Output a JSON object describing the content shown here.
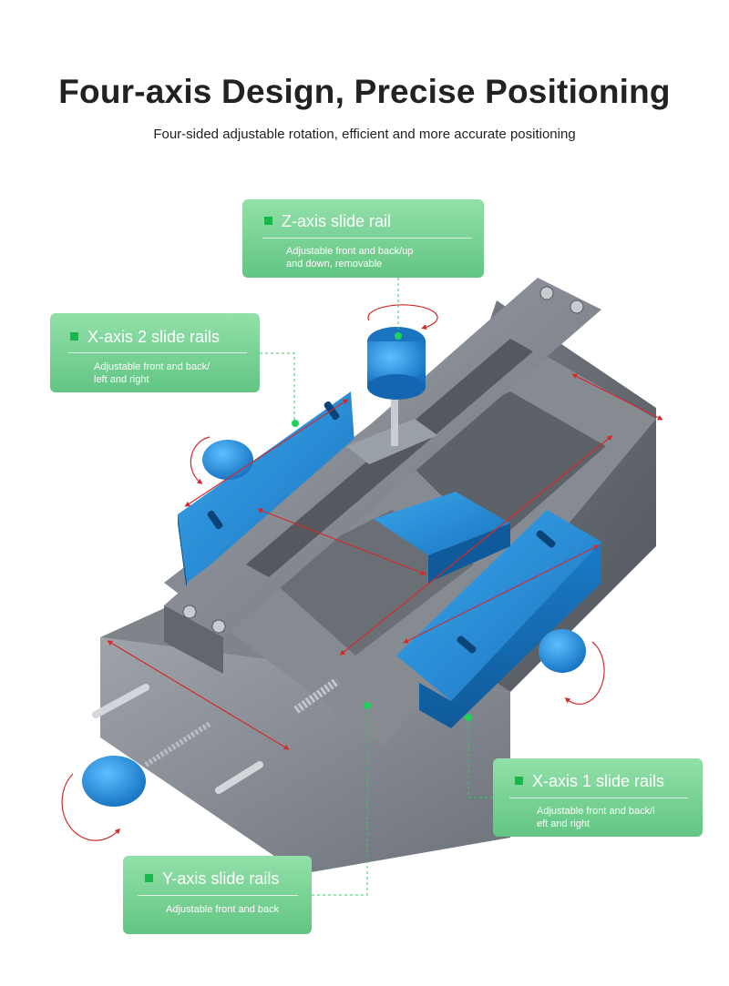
{
  "header": {
    "title": "Four-axis Design, Precise Positioning",
    "subtitle": "Four-sided adjustable rotation, efficient and more accurate positioning"
  },
  "callouts": {
    "z_axis": {
      "title": "Z-axis slide rail",
      "desc_line1": "Adjustable front and back/up",
      "desc_line2": "and down, removable"
    },
    "x_axis_2": {
      "title": "X-axis 2 slide rails",
      "desc_line1": "Adjustable front and back/",
      "desc_line2": "left and right"
    },
    "x_axis_1": {
      "title": "X-axis 1 slide rails",
      "desc_line1": "Adjustable front and back/l",
      "desc_line2": "eft and right"
    },
    "y_axis": {
      "title": "Y-axis slide rails",
      "desc_line1": "Adjustable front and back"
    }
  },
  "colors": {
    "callout_green": "#6dcb8c",
    "marker_green": "#17b84a",
    "fixture_gray": "#8a8f96",
    "slider_blue": "#1e8fd8",
    "rotation_arrow_red": "#d42a2a"
  },
  "icons": [
    "square-marker-icon",
    "rotation-arrow-icon",
    "bidirectional-arrow-icon",
    "knob-icon"
  ]
}
